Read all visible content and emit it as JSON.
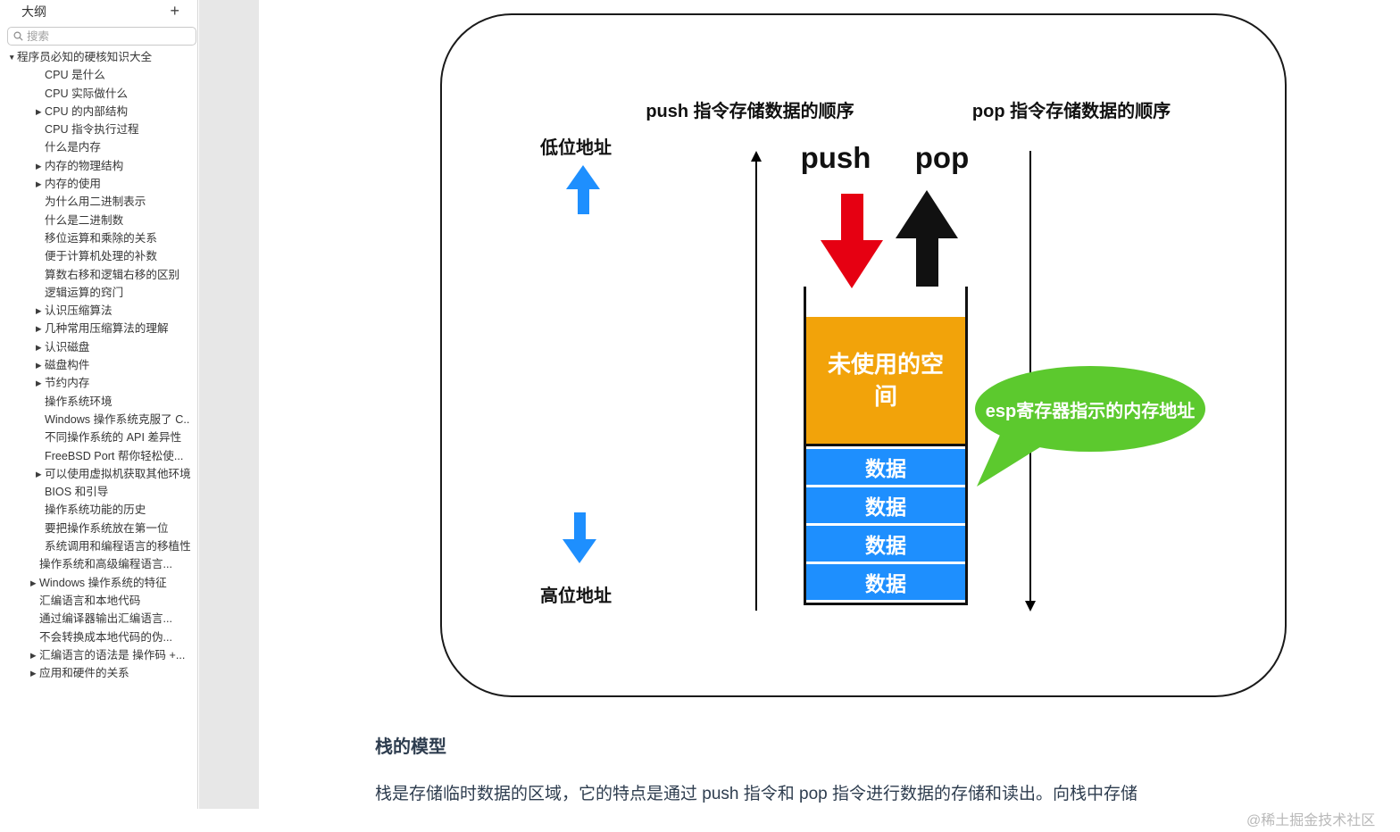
{
  "sidebar": {
    "title": "大纲",
    "add_button": "+",
    "search_placeholder": "搜索",
    "items": [
      {
        "label": "程序员必知的硬核知识大全",
        "tri": "down",
        "ind": 19
      },
      {
        "label": "CPU 是什么",
        "tri": null,
        "ind": 50
      },
      {
        "label": "CPU 实际做什么",
        "tri": null,
        "ind": 50
      },
      {
        "label": "CPU 的内部结构",
        "tri": "right",
        "ind": 50
      },
      {
        "label": "CPU 指令执行过程",
        "tri": null,
        "ind": 50
      },
      {
        "label": "什么是内存",
        "tri": null,
        "ind": 50
      },
      {
        "label": "内存的物理结构",
        "tri": "right",
        "ind": 50
      },
      {
        "label": "内存的使用",
        "tri": "right",
        "ind": 50
      },
      {
        "label": "为什么用二进制表示",
        "tri": null,
        "ind": 50
      },
      {
        "label": "什么是二进制数",
        "tri": null,
        "ind": 50
      },
      {
        "label": "移位运算和乘除的关系",
        "tri": null,
        "ind": 50
      },
      {
        "label": "便于计算机处理的补数",
        "tri": null,
        "ind": 50
      },
      {
        "label": "算数右移和逻辑右移的区别",
        "tri": null,
        "ind": 50
      },
      {
        "label": "逻辑运算的窍门",
        "tri": null,
        "ind": 50
      },
      {
        "label": "认识压缩算法",
        "tri": "right",
        "ind": 50
      },
      {
        "label": "几种常用压缩算法的理解",
        "tri": "right",
        "ind": 50
      },
      {
        "label": "认识磁盘",
        "tri": "right",
        "ind": 50
      },
      {
        "label": "磁盘构件",
        "tri": "right",
        "ind": 50
      },
      {
        "label": "节约内存",
        "tri": "right",
        "ind": 50
      },
      {
        "label": "操作系统环境",
        "tri": null,
        "ind": 50
      },
      {
        "label": "Windows 操作系统克服了 C..",
        "tri": null,
        "ind": 50
      },
      {
        "label": "不同操作系统的 API 差异性",
        "tri": null,
        "ind": 50
      },
      {
        "label": "FreeBSD Port 帮你轻松使...",
        "tri": null,
        "ind": 50
      },
      {
        "label": "可以使用虚拟机获取其他环境",
        "tri": "right",
        "ind": 50
      },
      {
        "label": "BIOS 和引导",
        "tri": null,
        "ind": 50
      },
      {
        "label": "操作系统功能的历史",
        "tri": null,
        "ind": 50
      },
      {
        "label": "要把操作系统放在第一位",
        "tri": null,
        "ind": 50
      },
      {
        "label": "系统调用和编程语言的移植性",
        "tri": null,
        "ind": 50
      },
      {
        "label": "操作系统和高级编程语言...",
        "tri": null,
        "ind": 44
      },
      {
        "label": "Windows 操作系统的特征",
        "tri": "right",
        "ind": 44
      },
      {
        "label": "汇编语言和本地代码",
        "tri": null,
        "ind": 44
      },
      {
        "label": "通过编译器输出汇编语言...",
        "tri": null,
        "ind": 44
      },
      {
        "label": "不会转换成本地代码的伪...",
        "tri": null,
        "ind": 44
      },
      {
        "label": "汇编语言的语法是 操作码 +...",
        "tri": "right",
        "ind": 44
      },
      {
        "label": "应用和硬件的关系",
        "tri": "right",
        "ind": 44
      }
    ]
  },
  "diagram": {
    "push_order_title": "push 指令存储数据的顺序",
    "pop_order_title": "pop 指令存储数据的顺序",
    "low_address_label": "低位地址",
    "high_address_label": "高位地址",
    "push_label": "push",
    "pop_label": "pop",
    "unused_space_label": "未使用的空间",
    "data_cells": [
      "数据",
      "数据",
      "数据",
      "数据"
    ],
    "esp_bubble_label": "esp寄存器指示的内存地址",
    "colors": {
      "blue": "#1E8FFE",
      "orange": "#F2A30A",
      "red": "#E60012",
      "green": "#5CC92E",
      "ink": "#111111"
    }
  },
  "article": {
    "heading": "栈的模型",
    "paragraph": "栈是存储临时数据的区域，它的特点是通过 push 指令和 pop 指令进行数据的存储和读出。向栈中存储",
    "watermark": "@稀土掘金技术社区"
  }
}
